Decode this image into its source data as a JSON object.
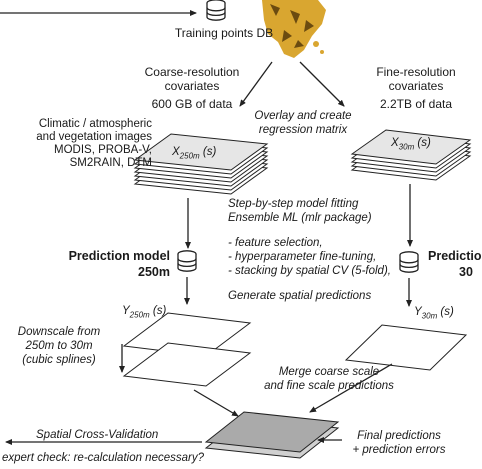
{
  "training_db": "Training points DB",
  "coarse": {
    "title1": "Coarse-resolution",
    "title2": "covariates",
    "size": "600 GB of data"
  },
  "fine": {
    "title1": "Fine-resolution",
    "title2": "covariates",
    "size": "2.2TB of data"
  },
  "overlay": {
    "line1": "Overlay and create",
    "line2": "regression matrix"
  },
  "images": {
    "line1": "Climatic / atmospheric",
    "line2": "and vegetation images",
    "line3": "MODIS, PROBA-V,",
    "line4": "SM2RAIN, DTM"
  },
  "stack_coarse_label": {
    "sym": "X",
    "sub": "250m",
    "arg": " (s)"
  },
  "stack_fine_label": {
    "sym": "X",
    "sub": "30m",
    "arg": " (s)"
  },
  "fitting": {
    "line1": "Step-by-step model fitting",
    "line2": "Ensemble ML (mlr package)"
  },
  "steps": {
    "s1": "- feature selection,",
    "s2": "- hyperparameter fine-tuning,",
    "s3": "- stacking by spatial CV (5-fold),"
  },
  "pred_model_250": {
    "line1": "Prediction model",
    "line2": "250m"
  },
  "pred_model_30": {
    "line1": "Predictio",
    "line2": "30"
  },
  "generate": "Generate spatial predictions",
  "y_coarse": {
    "sym": "Y",
    "sub": "250m",
    "arg": " (s)"
  },
  "y_fine": {
    "sym": "Y",
    "sub": "30m",
    "arg": " (s)"
  },
  "downscale": {
    "line1": "Downscale from",
    "line2": "250m to 30m",
    "line3": "(cubic splines)"
  },
  "merge": {
    "line1": "Merge coarse scale",
    "line2": "and fine scale predictions"
  },
  "spatial_cv": "Spatial Cross-Validation",
  "expert": "expert check: re-calculation necessary?",
  "final": {
    "line1": "Final predictions",
    "line2": "+ prediction errors"
  },
  "colors": {
    "stroke": "#222222",
    "sheet": "#ffffff",
    "sheet_top": "#e6e6e6",
    "merge_top": "#aaaaaa",
    "merge_bottom": "#d0d0d0",
    "map_land": "#d9a630",
    "map_dark": "#6b4b10"
  },
  "icons": [
    "database-icon",
    "world-map-image"
  ]
}
